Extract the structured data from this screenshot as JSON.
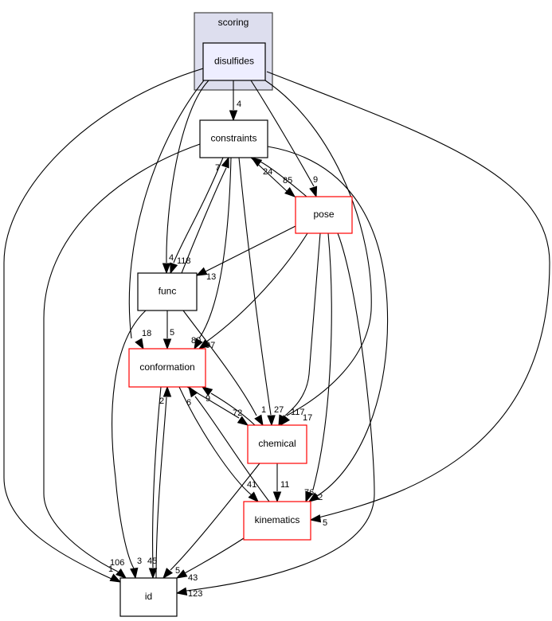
{
  "diagram": {
    "title": "Directory dependency graph for disulfides",
    "cluster": {
      "label": "scoring",
      "fill": "#dddeee",
      "stroke": "#444444"
    },
    "nodes": [
      {
        "id": "disulfides",
        "label": "disulfides",
        "fill": "#eeeeff",
        "stroke": "#000000",
        "kind": "focus"
      },
      {
        "id": "constraints",
        "label": "constraints",
        "fill": "#ffffff",
        "stroke": "#000000",
        "kind": "dir"
      },
      {
        "id": "pose",
        "label": "pose",
        "fill": "#ffffff",
        "stroke": "#ff0000",
        "kind": "dir-red"
      },
      {
        "id": "func",
        "label": "func",
        "fill": "#ffffff",
        "stroke": "#000000",
        "kind": "dir"
      },
      {
        "id": "conformation",
        "label": "conformation",
        "fill": "#ffffff",
        "stroke": "#ff0000",
        "kind": "dir-red"
      },
      {
        "id": "chemical",
        "label": "chemical",
        "fill": "#ffffff",
        "stroke": "#ff0000",
        "kind": "dir-red"
      },
      {
        "id": "kinematics",
        "label": "kinematics",
        "fill": "#ffffff",
        "stroke": "#ff0000",
        "kind": "dir-red"
      },
      {
        "id": "id",
        "label": "id",
        "fill": "#ffffff",
        "stroke": "#000000",
        "kind": "dir"
      }
    ],
    "edges": [
      {
        "from": "disulfides",
        "to": "constraints",
        "label": "4"
      },
      {
        "from": "disulfides",
        "to": "pose",
        "label": "9"
      },
      {
        "from": "disulfides",
        "to": "func",
        "label": "4"
      },
      {
        "from": "disulfides",
        "to": "conformation",
        "label": "18"
      },
      {
        "from": "disulfides",
        "to": "chemical",
        "label": "17"
      },
      {
        "from": "disulfides",
        "to": "kinematics",
        "label": "5"
      },
      {
        "from": "disulfides",
        "to": "id",
        "label": "1"
      },
      {
        "from": "constraints",
        "to": "pose",
        "label": "85"
      },
      {
        "from": "pose",
        "to": "constraints",
        "label": "24"
      },
      {
        "from": "constraints",
        "to": "func",
        "label": "118"
      },
      {
        "from": "func",
        "to": "constraints",
        "label": "7"
      },
      {
        "from": "constraints",
        "to": "conformation",
        "label": "80"
      },
      {
        "from": "constraints",
        "to": "chemical",
        "label": "27"
      },
      {
        "from": "constraints",
        "to": "kinematics",
        "label": "22"
      },
      {
        "from": "constraints",
        "to": "id",
        "label": "106"
      },
      {
        "from": "pose",
        "to": "func",
        "label": "13"
      },
      {
        "from": "pose",
        "to": "conformation",
        "label": "97"
      },
      {
        "from": "pose",
        "to": "chemical",
        "label": "117"
      },
      {
        "from": "pose",
        "to": "kinematics",
        "label": "76"
      },
      {
        "from": "pose",
        "to": "id",
        "label": "123"
      },
      {
        "from": "func",
        "to": "conformation",
        "label": "5"
      },
      {
        "from": "func",
        "to": "chemical",
        "label": "1"
      },
      {
        "from": "func",
        "to": "id",
        "label": "3"
      },
      {
        "from": "conformation",
        "to": "chemical",
        "label": "72"
      },
      {
        "from": "chemical",
        "to": "conformation",
        "label": "9"
      },
      {
        "from": "conformation",
        "to": "kinematics",
        "label": "41"
      },
      {
        "from": "kinematics",
        "to": "conformation",
        "label": "6"
      },
      {
        "from": "conformation",
        "to": "id",
        "label": "45"
      },
      {
        "from": "id",
        "to": "conformation",
        "label": "2"
      },
      {
        "from": "chemical",
        "to": "kinematics",
        "label": "11"
      },
      {
        "from": "chemical",
        "to": "id",
        "label": "5"
      },
      {
        "from": "kinematics",
        "to": "id",
        "label": "43"
      }
    ]
  }
}
